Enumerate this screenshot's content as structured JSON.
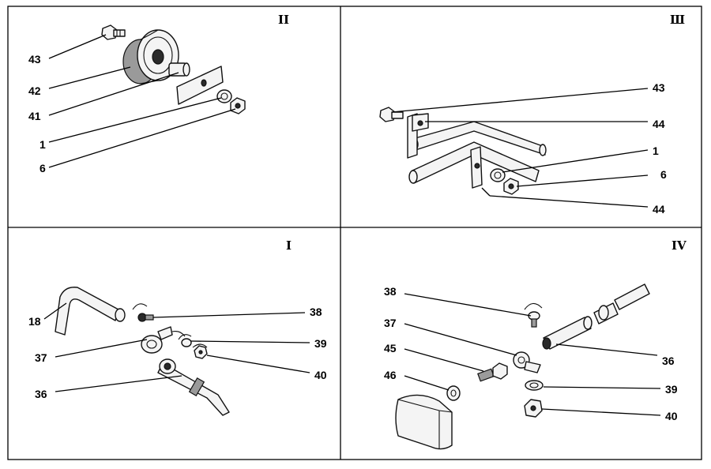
{
  "panels": {
    "top_left": {
      "roman": "II",
      "callouts": [
        "43",
        "42",
        "41",
        "1",
        "6"
      ]
    },
    "top_right": {
      "roman": "Ш",
      "callouts": [
        "43",
        "44",
        "1",
        "6",
        "44"
      ]
    },
    "bottom_left": {
      "roman": "I",
      "callouts": [
        "18",
        "37",
        "36",
        "38",
        "39",
        "40"
      ]
    },
    "bottom_right": {
      "roman": "IV",
      "callouts": [
        "38",
        "37",
        "45",
        "46",
        "36",
        "39",
        "40"
      ]
    }
  },
  "icons": [
    "bolt-icon",
    "pulley-icon",
    "plate-icon",
    "washer-icon",
    "nut-icon",
    "bracket-icon",
    "tube-icon",
    "clamp-icon",
    "screw-icon",
    "hose-icon",
    "rubber-block-icon"
  ]
}
